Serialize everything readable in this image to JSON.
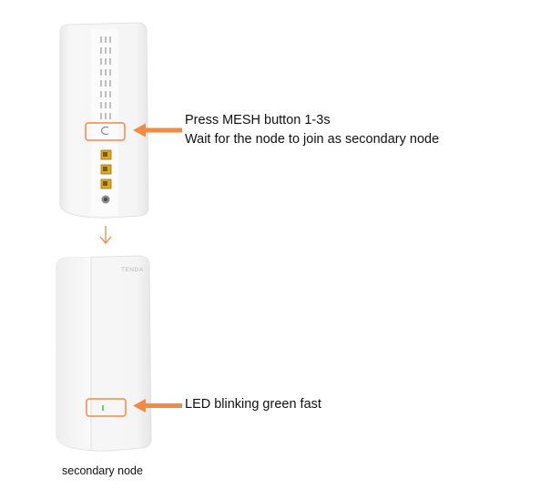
{
  "step1": {
    "instruction_line1": "Press MESH button 1-3s",
    "instruction_line2": "Wait for the node to join as secondary node"
  },
  "step2": {
    "instruction": "LED blinking green fast"
  },
  "bottom_device": {
    "brand_text": "TENDA",
    "caption": "secondary node"
  },
  "colors": {
    "highlight": "#f08a45",
    "arrow": "#f08a45",
    "device_body": "#f4f4f4",
    "port_yellow": "#d9a825",
    "led_green": "#6ad06a"
  }
}
